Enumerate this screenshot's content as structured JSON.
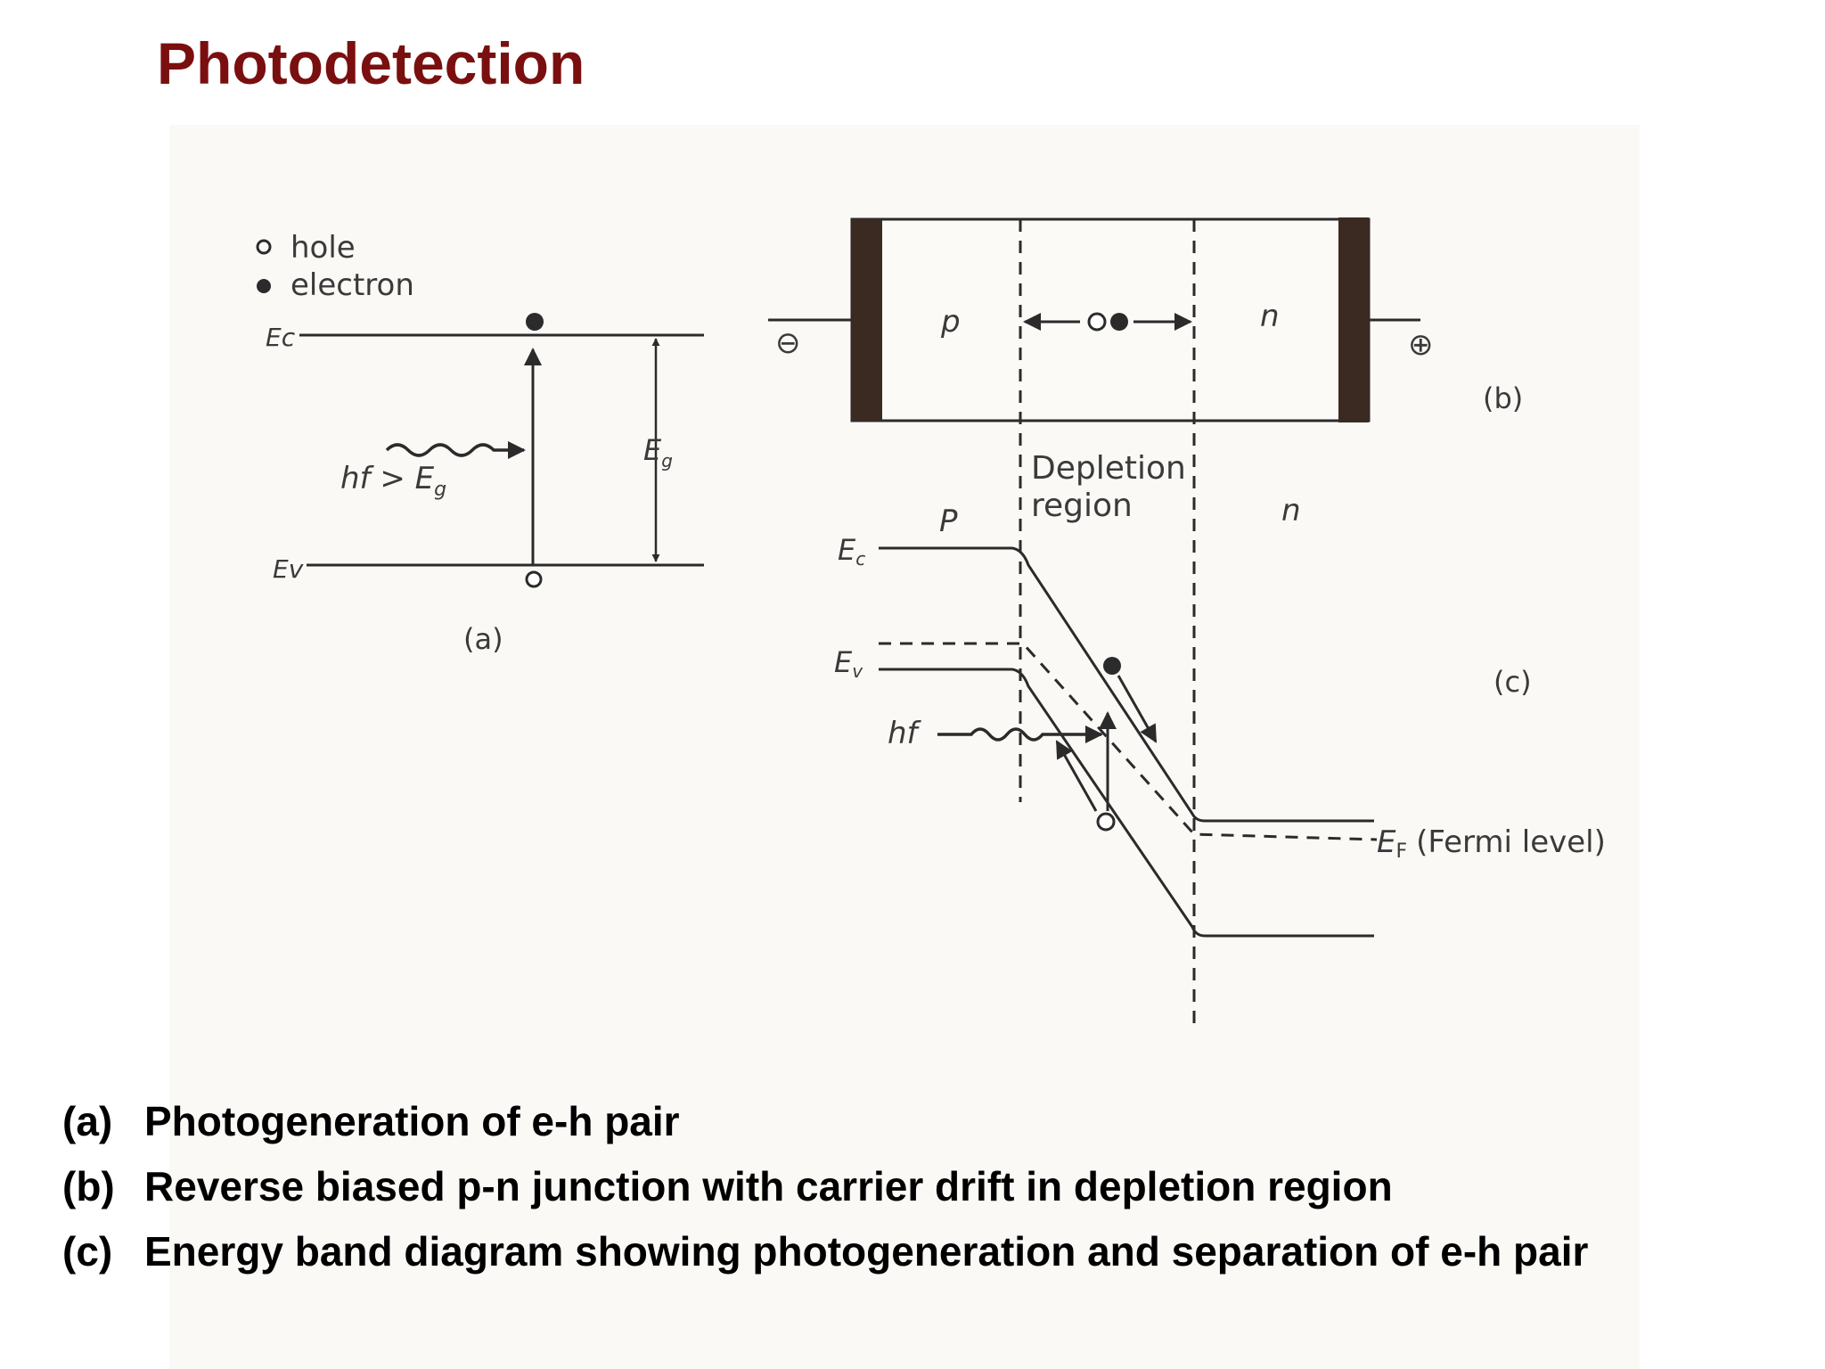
{
  "slide": {
    "title": "Photodetection"
  },
  "figure": {
    "panel_a": {
      "legend": {
        "hole": "hole",
        "electron": "electron"
      },
      "level_conduction": "Ec",
      "level_valence": "Ev",
      "photon_condition_prefix": "hf > E",
      "photon_condition_sub": "g",
      "gap_label": "E",
      "gap_label_sub": "g",
      "panel_label": "(a)"
    },
    "panel_b": {
      "p_label": "p",
      "n_label": "n",
      "minus_terminal": "⊖",
      "plus_terminal": "⊕",
      "panel_label": "(b)"
    },
    "panel_c": {
      "depletion_line1": "Depletion",
      "depletion_line2": "region",
      "p_label": "P",
      "n_label": "n",
      "level_conduction": "E",
      "level_conduction_sub": "c",
      "level_valence": "E",
      "level_valence_sub": "v",
      "photon_label": "hf",
      "fermi_label": "E",
      "fermi_sub": "F",
      "fermi_text": "(Fermi level)",
      "panel_label": "(c)"
    }
  },
  "captions": [
    {
      "tag": "(a)",
      "text": "Photogeneration of e-h pair"
    },
    {
      "tag": "(b)",
      "text": "Reverse biased p-n junction with carrier drift in depletion region"
    },
    {
      "tag": "(c)",
      "text": "Energy band diagram showing photogeneration and separation  of e-h pair"
    }
  ]
}
